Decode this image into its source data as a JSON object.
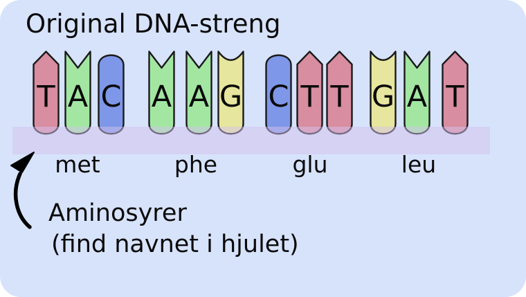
{
  "panel": {
    "title": "Original DNA-streng"
  },
  "colors": {
    "background": "#d7e3fb",
    "band": "rgba(211,194,238,0.5)",
    "outline": "#1a1a1a",
    "text": "#0a0a0a",
    "base_T": "#d88da0",
    "base_A": "#a2e6a2",
    "base_C": "#7e97e8",
    "base_G": "#e6e69e"
  },
  "strand": {
    "blocks": [
      {
        "letter": "T",
        "base": "T"
      },
      {
        "letter": "A",
        "base": "A"
      },
      {
        "letter": "C",
        "base": "C"
      },
      {
        "letter": "A",
        "base": "A"
      },
      {
        "letter": "A",
        "base": "A"
      },
      {
        "letter": "G",
        "base": "G"
      },
      {
        "letter": "C",
        "base": "C"
      },
      {
        "letter": "T",
        "base": "T"
      },
      {
        "letter": "T",
        "base": "T"
      },
      {
        "letter": "G",
        "base": "G"
      },
      {
        "letter": "A",
        "base": "A"
      },
      {
        "letter": "T",
        "base": "T"
      }
    ],
    "codons": [
      {
        "bases": "TAC",
        "amino": "met"
      },
      {
        "bases": "AAG",
        "amino": "phe"
      },
      {
        "bases": "CTT",
        "amino": "glu"
      },
      {
        "bases": "GAT",
        "amino": "leu"
      }
    ]
  },
  "annotation": {
    "line1": "Aminosyrer",
    "line2": "(find navnet i hjulet)"
  }
}
